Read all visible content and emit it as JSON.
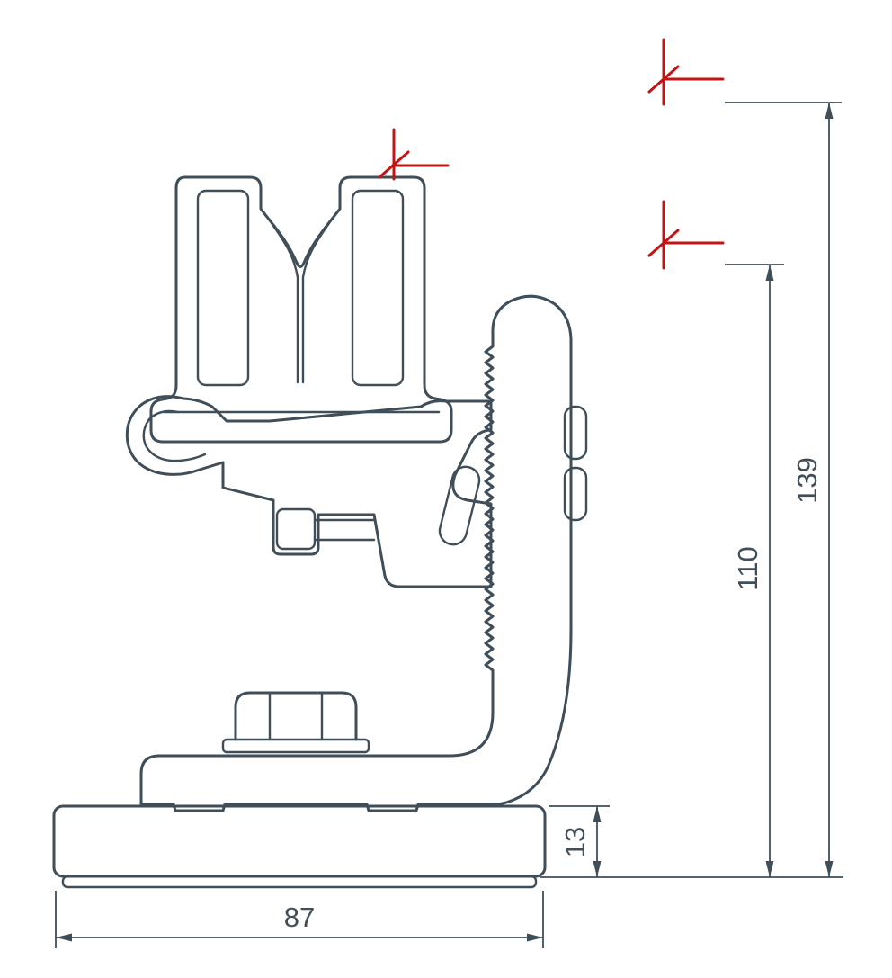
{
  "drawing": {
    "kind": "engineering-dimension-drawing",
    "colors": {
      "line": "#3f4e58",
      "accent": "#c21414",
      "background": "#ffffff"
    },
    "dimensions": {
      "width": "87",
      "base_height": "13",
      "clamp_height": "110",
      "overall_height": "139"
    },
    "marks": [
      "datum-mark-overall",
      "datum-mark-clamp",
      "datum-mark-rail"
    ]
  }
}
